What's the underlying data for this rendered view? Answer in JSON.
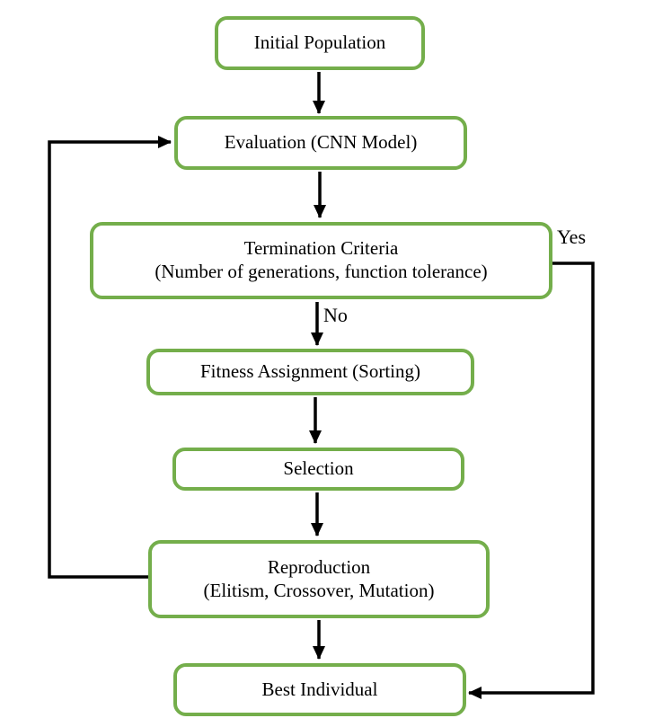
{
  "diagram": {
    "type": "flowchart",
    "nodes": [
      {
        "id": "initial-population",
        "label": "Initial Population"
      },
      {
        "id": "evaluation",
        "label": "Evaluation (CNN Model)"
      },
      {
        "id": "termination-criteria",
        "label": "Termination Criteria",
        "sublabel": "(Number of generations, function tolerance)"
      },
      {
        "id": "fitness-assignment",
        "label": "Fitness Assignment (Sorting)"
      },
      {
        "id": "selection",
        "label": "Selection"
      },
      {
        "id": "reproduction",
        "label": "Reproduction",
        "sublabel": "(Elitism, Crossover, Mutation)"
      },
      {
        "id": "best-individual",
        "label": "Best Individual"
      }
    ],
    "edge_labels": {
      "yes": "Yes",
      "no": "No"
    },
    "colors": {
      "node_border": "#74ae4b",
      "node_fill": "#ffffff",
      "edge": "#000000",
      "text": "#000000"
    }
  }
}
